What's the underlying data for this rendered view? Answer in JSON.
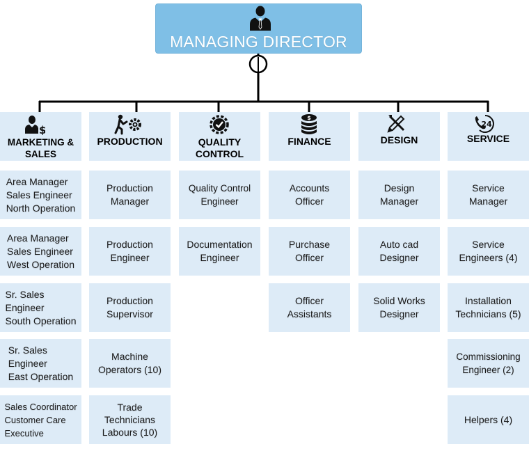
{
  "managing_director": {
    "title": "MANAGING DIRECTOR",
    "icon": "businessman-icon"
  },
  "colors": {
    "director_box": "#7fbfe6",
    "dept_box": "#ddebf7",
    "line": "#000000"
  },
  "departments": [
    {
      "name": "MARKETING &\nSALES",
      "icon": "marketing-sales-icon",
      "roles": [
        "Area Manager\nSales Engineer\nNorth Operation",
        "Area Manager\nSales Engineer\nWest Operation",
        "Sr. Sales\nEngineer\nSouth Operation",
        "Sr. Sales\nEngineer\nEast Operation",
        "Sales Coordinator\nCustomer Care\nExecutive"
      ]
    },
    {
      "name": "PRODUCTION",
      "icon": "production-icon",
      "roles": [
        "Production\nManager",
        "Production\nEngineer",
        "Production\nSupervisor",
        "Machine\nOperators (10)",
        "Trade\nTechnicians\nLabours (10)"
      ]
    },
    {
      "name": "QUALITY\nCONTROL",
      "icon": "quality-control-icon",
      "roles": [
        "Quality Control\nEngineer",
        "Documentation\nEngineer"
      ]
    },
    {
      "name": "FINANCE",
      "icon": "finance-icon",
      "roles": [
        "Accounts\nOfficer",
        "Purchase\nOfficer",
        "Officer\nAssistants"
      ]
    },
    {
      "name": "DESIGN",
      "icon": "design-icon",
      "roles": [
        "Design\nManager",
        "Auto cad\nDesigner",
        "Solid Works\nDesigner"
      ]
    },
    {
      "name": "SERVICE",
      "icon": "service-24-icon",
      "roles": [
        "Service\nManager",
        "Service\nEngineers (4)",
        "Installation\nTechnicians (5)",
        "Commissioning\nEngineer (2)",
        "Helpers (4)"
      ]
    }
  ]
}
